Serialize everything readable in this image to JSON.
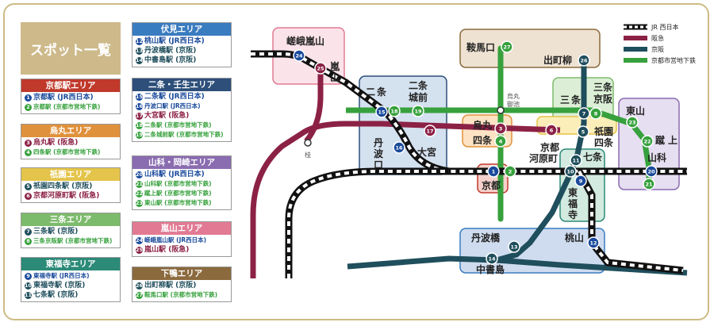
{
  "title": "スポット一覧",
  "legend": [
    {
      "label": "JR 西日本",
      "color": "#111111",
      "style": "jr"
    },
    {
      "label": "阪急",
      "color": "#8c2146"
    },
    {
      "label": "京阪",
      "color": "#1f4e5c"
    },
    {
      "label": "京都市営地下鉄",
      "color": "#37a13d"
    }
  ],
  "areas": [
    {
      "name": "京都駅エリア",
      "color": "#c0392b",
      "items": [
        {
          "n": "1",
          "text": "京都駅 (JR西日本)",
          "line": "jr"
        },
        {
          "n": "2",
          "text": "京都駅 (京都市営地下鉄)",
          "line": "sub"
        }
      ]
    },
    {
      "name": "烏丸エリア",
      "color": "#e0913b",
      "items": [
        {
          "n": "3",
          "text": "烏丸駅 (阪急)",
          "line": "hk"
        },
        {
          "n": "4",
          "text": "四条駅 (京都市営地下鉄)",
          "line": "sub"
        }
      ]
    },
    {
      "name": "祇園エリア",
      "color": "#e4c44a",
      "items": [
        {
          "n": "5",
          "text": "祇園四条駅 (京阪)",
          "line": "kh"
        },
        {
          "n": "6",
          "text": "京都河原町駅 (阪急)",
          "line": "hk"
        }
      ]
    },
    {
      "name": "三条エリア",
      "color": "#7dbb6c",
      "items": [
        {
          "n": "7",
          "text": "三条駅 (京阪)",
          "line": "kh"
        },
        {
          "n": "8",
          "text": "三条京阪駅 (京都市営地下鉄)",
          "line": "sub"
        }
      ]
    },
    {
      "name": "東福寺エリア",
      "color": "#2c8a78",
      "items": [
        {
          "n": "9",
          "text": "東福寺駅 (JR西日本)",
          "line": "jr"
        },
        {
          "n": "10",
          "text": "東福寺駅 (京阪)",
          "line": "kh"
        },
        {
          "n": "11",
          "text": "七条駅 (京阪)",
          "line": "kh"
        }
      ]
    },
    {
      "name": "伏見エリア",
      "color": "#3a7cc0",
      "items": [
        {
          "n": "12",
          "text": "桃山駅 (JR西日本)",
          "line": "jr"
        },
        {
          "n": "13",
          "text": "丹波橋駅 (京阪)",
          "line": "kh"
        },
        {
          "n": "14",
          "text": "中書島駅 (京阪)",
          "line": "kh"
        }
      ]
    },
    {
      "name": "二条・壬生エリア",
      "color": "#2d4f7a",
      "items": [
        {
          "n": "15",
          "text": "二条駅 (JR西日本)",
          "line": "jr"
        },
        {
          "n": "16",
          "text": "丹波口駅 (JR西日本)",
          "line": "jr"
        },
        {
          "n": "17",
          "text": "大宮駅 (阪急)",
          "line": "hk"
        },
        {
          "n": "18",
          "text": "二条駅 (京都市営地下鉄)",
          "line": "sub"
        },
        {
          "n": "19",
          "text": "二条城前駅 (京都市営地下鉄)",
          "line": "sub"
        }
      ]
    },
    {
      "name": "山科・岡崎エリア",
      "color": "#8a6cb0",
      "items": [
        {
          "n": "20",
          "text": "山科駅 (JR西日本)",
          "line": "jr"
        },
        {
          "n": "21",
          "text": "山科駅 (京都市営地下鉄)",
          "line": "sub"
        },
        {
          "n": "22",
          "text": "蹴上駅 (京都市営地下鉄)",
          "line": "sub"
        },
        {
          "n": "23",
          "text": "東山駅 (京都市営地下鉄)",
          "line": "sub"
        }
      ]
    },
    {
      "name": "嵐山エリア",
      "color": "#e27a93",
      "items": [
        {
          "n": "24",
          "text": "嵯峨嵐山駅 (JR西日本)",
          "line": "jr"
        },
        {
          "n": "25",
          "text": "嵐山駅 (阪急)",
          "line": "hk"
        }
      ]
    },
    {
      "name": "下鴨エリア",
      "color": "#8b6a3e",
      "items": [
        {
          "n": "26",
          "text": "出町柳駅 (京阪)",
          "line": "kh"
        },
        {
          "n": "27",
          "text": "鞍馬口駅 (京都市営地下鉄)",
          "line": "sub"
        }
      ]
    }
  ],
  "map_labels": {
    "saga": "嵯峨嵐山",
    "arashi1": "嵐",
    "arashi2": "山",
    "kurama": "鞍馬口",
    "demachi": "出町柳",
    "nijo1": "二",
    "nijo2": "条",
    "nijojo1": "二条",
    "nijojo2": "城前",
    "karasuma_oike1": "烏丸",
    "karasuma_oike2": "御池",
    "sanjo1": "三",
    "sanjo2": "条",
    "sanjokeihan1": "三条",
    "sanjokeihan2": "京阪",
    "higashiyama": "東山",
    "karasuma": "烏丸",
    "shijo": "四条",
    "gion1": "祇園",
    "gion2": "四条",
    "kawaramachi1": "京都",
    "kawaramachi2": "河原町",
    "keage1": "蹴",
    "keage2": "上",
    "tanba1": "丹",
    "tanba2": "波",
    "tanba3": "口",
    "omiya": "大宮",
    "katsura": "桂",
    "kyoto": "京都",
    "shichijo": "七条",
    "tofuku1": "東",
    "tofuku2": "福",
    "tofuku3": "寺",
    "yamashina": "山科",
    "tanbabashi": "丹波橋",
    "momoyama": "桃山",
    "chushojima": "中書島"
  }
}
